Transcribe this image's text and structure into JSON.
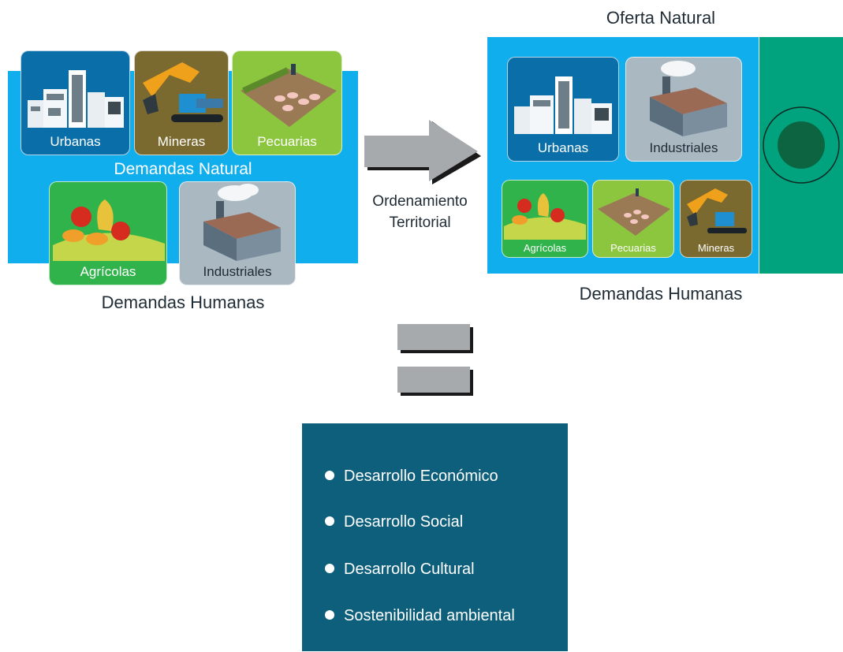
{
  "left_panel": {
    "tiles": {
      "urbanas": "Urbanas",
      "mineras": "Mineras",
      "pecuarias": "Pecuarias",
      "agricolas": "Agrícolas",
      "industriales": "Industriales"
    },
    "inner_label": "Demandas Natural",
    "caption": "Demandas Humanas"
  },
  "arrow": {
    "label_line1": "Ordenamiento",
    "label_line2": "Territorial"
  },
  "right_panel": {
    "title": "Oferta Natural",
    "tiles": {
      "urbanas": "Urbanas",
      "industriales": "Industriales",
      "agricolas": "Agrícolas",
      "pecuarias": "Pecuarias",
      "mineras": "Mineras"
    },
    "caption": "Demandas Humanas"
  },
  "outcomes": {
    "items": [
      "Desarrollo Económico",
      "Desarrollo Social",
      "Desarrollo Cultural",
      "Sostenibilidad ambiental"
    ]
  },
  "colors": {
    "panel_blue": "#11aeed",
    "urbanas_tile": "#0a6fa8",
    "mineras_tile": "#7a6a30",
    "pecuarias_tile": "#8cc63f",
    "agricolas_tile": "#2fb34a",
    "industriales_tile": "#aab8c2",
    "green_band": "#00a37e",
    "outcomes_box": "#0e5f7c",
    "arrow_gray": "#a7aaad"
  }
}
